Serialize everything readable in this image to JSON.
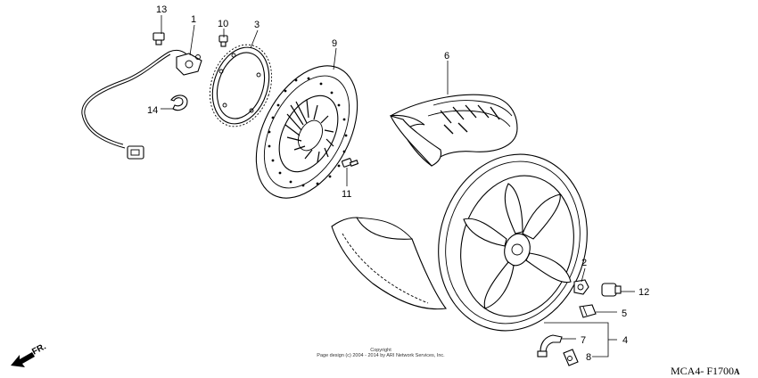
{
  "diagram": {
    "callouts": [
      "13",
      "1",
      "10",
      "3",
      "9",
      "6",
      "14",
      "11",
      "2",
      "12",
      "5",
      "7",
      "4",
      "8"
    ],
    "copyright_line1": "Copyright",
    "copyright_line2": "Page design (c) 2004 - 2014 by ARI Network Services, Inc.",
    "drawing_code": "MCA4- F1700",
    "drawing_code_suffix": "A",
    "direction_label": "FR."
  }
}
